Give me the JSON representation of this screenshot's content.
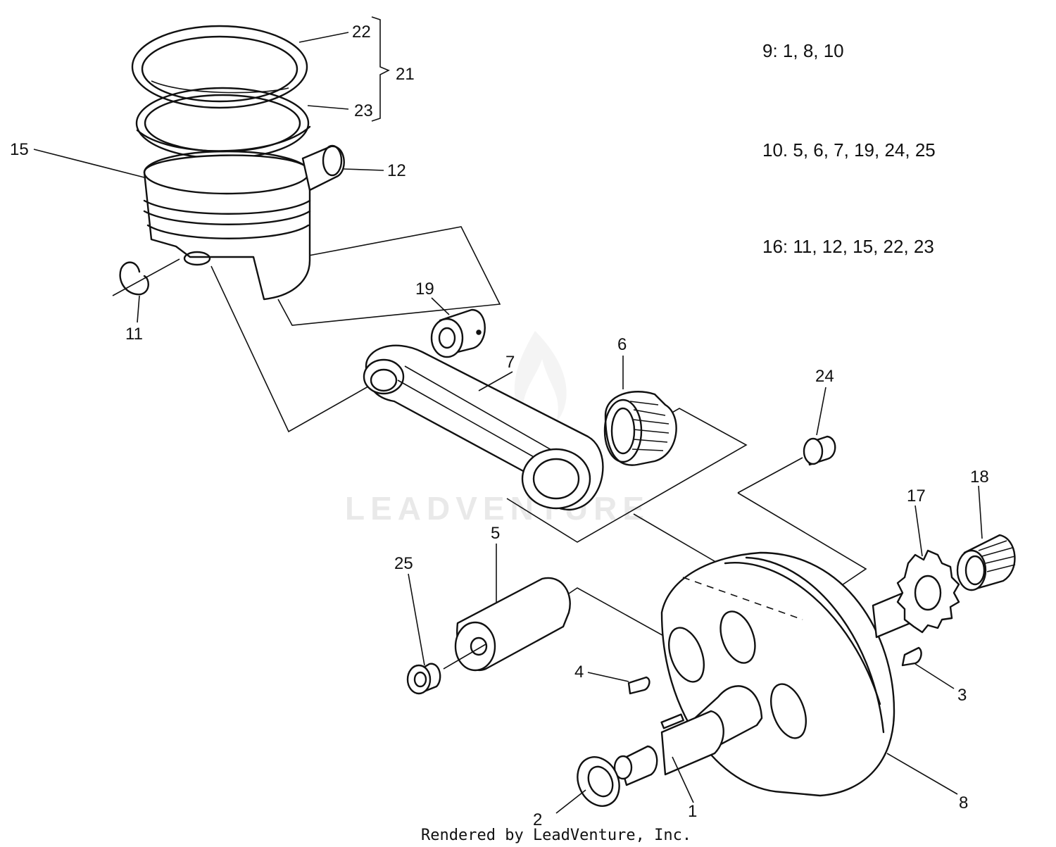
{
  "callouts": {
    "c1": "1",
    "c2": "2",
    "c3": "3",
    "c4": "4",
    "c5": "5",
    "c6": "6",
    "c7": "7",
    "c8": "8",
    "c11": "11",
    "c12": "12",
    "c15": "15",
    "c17": "17",
    "c18": "18",
    "c19": "19",
    "c21": "21",
    "c22": "22",
    "c23": "23",
    "c24": "24",
    "c25": "25"
  },
  "notes": {
    "line1": "9: 1, 8, 10",
    "line2": "10. 5, 6, 7, 19, 24, 25",
    "line3": "16: 11, 12, 15, 22, 23"
  },
  "watermark": "LEADVENTURE",
  "footer": "Rendered by LeadVenture, Inc."
}
